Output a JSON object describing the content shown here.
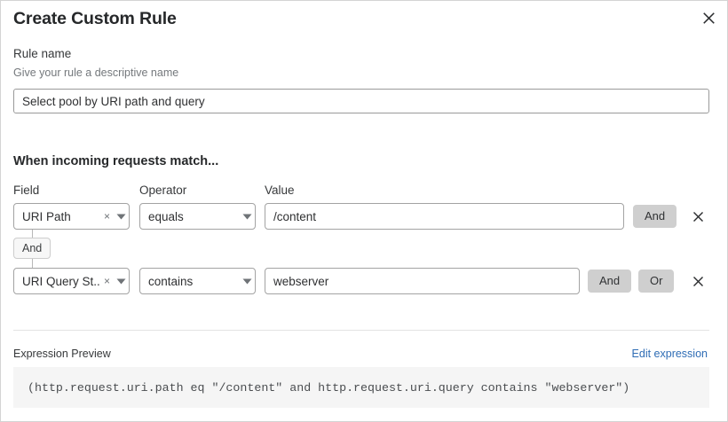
{
  "dialog": {
    "title": "Create Custom Rule",
    "close_label": "close-icon"
  },
  "rule_name": {
    "label": "Rule name",
    "help": "Give your rule a descriptive name",
    "value": "Select pool by URI path and query",
    "placeholder": "Rule name"
  },
  "match_section": {
    "heading": "When incoming requests match...",
    "columns": {
      "field": "Field",
      "operator": "Operator",
      "value": "Value"
    },
    "connector": {
      "label": "And"
    },
    "rows": [
      {
        "field": "URI Path",
        "operator": "equals",
        "value": "/content",
        "value_placeholder": "Enter value",
        "clear_label": "×",
        "and_label": "And",
        "or_label": "Or",
        "show_or": false,
        "delete_label": "delete-icon"
      },
      {
        "field": "URI Query St...",
        "operator": "contains",
        "value": "webserver",
        "value_placeholder": "Enter value",
        "clear_label": "×",
        "and_label": "And",
        "or_label": "Or",
        "show_or": true,
        "delete_label": "delete-icon"
      }
    ]
  },
  "expression": {
    "label": "Expression Preview",
    "edit_link": "Edit expression",
    "code": "(http.request.uri.path eq \"/content\" and http.request.uri.query contains \"webserver\")"
  },
  "colors": {
    "link": "#2f6db5",
    "button_gray": "#cfcfcf",
    "code_bg": "#f5f5f5",
    "border": "#a3a3a3"
  }
}
